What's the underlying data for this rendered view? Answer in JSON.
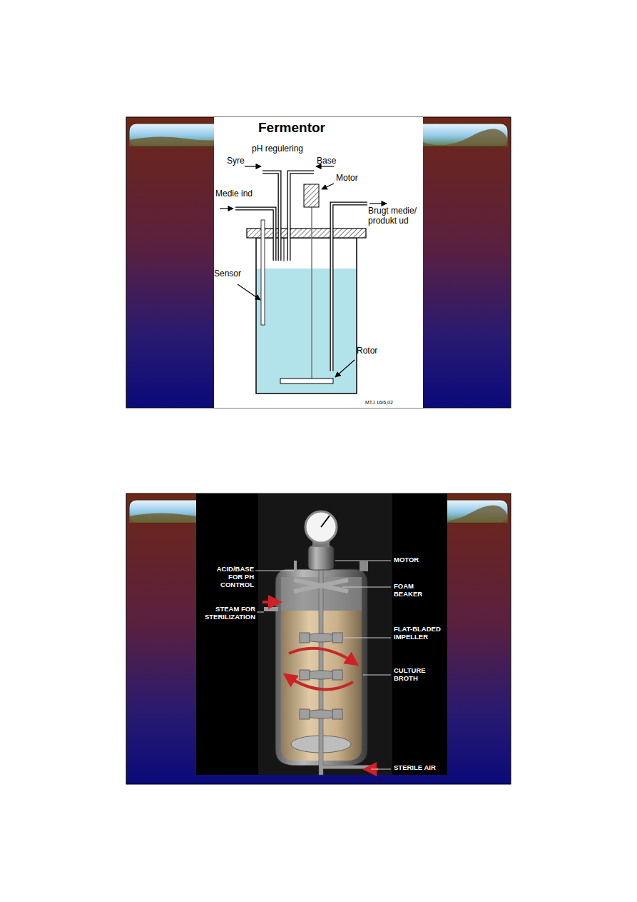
{
  "diagram": {
    "title": "Fermentor",
    "labels": [
      "pH regulering",
      "Syre",
      "Base",
      "Motor",
      "Medie ind",
      "Brugt medie/ produkt ud",
      "Sensor",
      "Rotor",
      "MTJ 16/6,02",
      "ACID/BASE FOR PH CONTROL",
      "STEAM FOR STERILIZATION",
      "MOTOR",
      "FOAM BEAKER",
      "FLAT-BLADED IMPELLER",
      "CULTURE BROTH",
      "STERILE AIR"
    ]
  }
}
